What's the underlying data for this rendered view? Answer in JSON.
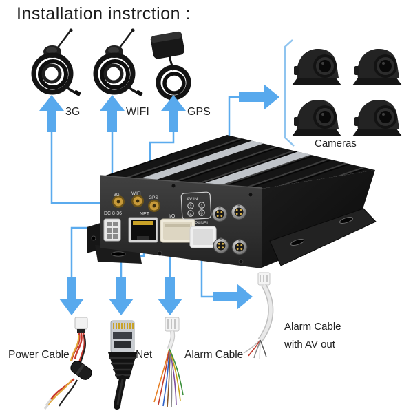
{
  "title": "Installation instrction :",
  "colors": {
    "arrow": "#58a9ed",
    "line": "#5babee",
    "bracket": "#8fc4ef"
  },
  "antennas": {
    "g3": "3G",
    "wifi": "WIFI",
    "gps": "GPS"
  },
  "cameras_label": "Cameras",
  "dvr_panel": {
    "ant_3g": "3G",
    "ant_wifi": "WIFI",
    "ant_gps": "GPS",
    "dc": "DC 8-36",
    "net": "NET",
    "io": "I/O",
    "panel": "PANEL",
    "av_in": "AV IN",
    "av_ports": [
      "2",
      "1",
      "4",
      "3"
    ]
  },
  "cables": {
    "power": "Power Cable",
    "net": "Net",
    "alarm": "Alarm Cable",
    "alarm_av_line1": "Alarm Cable",
    "alarm_av_line2": "with AV out"
  }
}
